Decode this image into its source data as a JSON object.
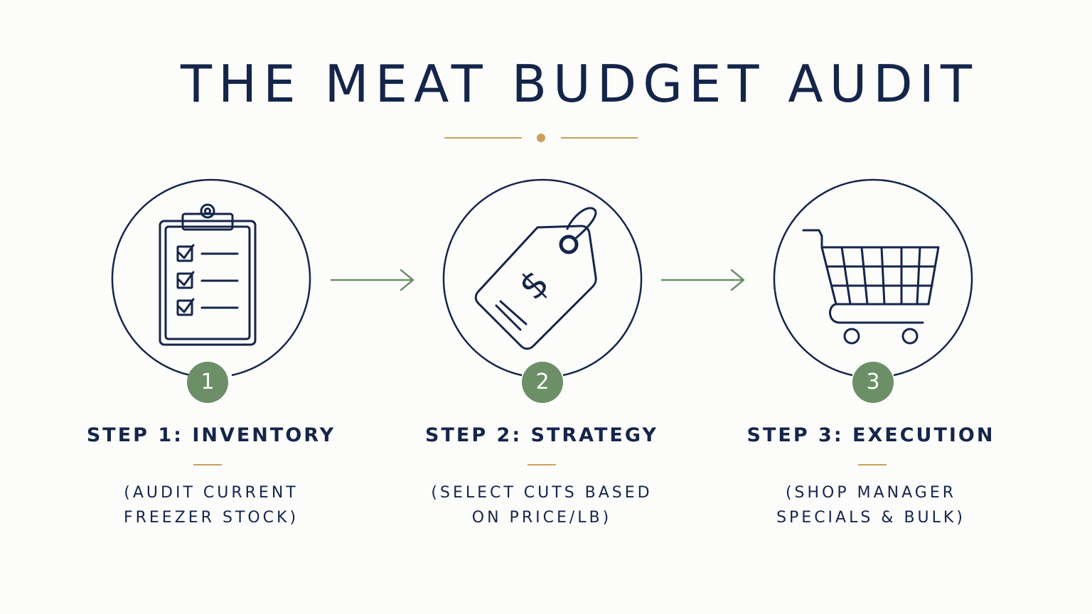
{
  "title": "THE MEAT BUDGET AUDIT",
  "colors": {
    "navy": "#15254a",
    "gold": "#c9a15a",
    "green": "#6c8f67",
    "background": "#fcfcfb"
  },
  "steps": [
    {
      "number": "1",
      "title": "STEP 1: INVENTORY",
      "description_line1": "(AUDIT CURRENT",
      "description_line2": "FREEZER STOCK)",
      "icon": "clipboard-checklist-icon"
    },
    {
      "number": "2",
      "title": "STEP 2: STRATEGY",
      "description_line1": "(SELECT CUTS BASED",
      "description_line2": "ON PRICE/LB)",
      "icon": "price-tag-icon"
    },
    {
      "number": "3",
      "title": "STEP 3: EXECUTION",
      "description_line1": "(SHOP MANAGER",
      "description_line2": "SPECIALS & BULK)",
      "icon": "shopping-cart-icon"
    }
  ]
}
